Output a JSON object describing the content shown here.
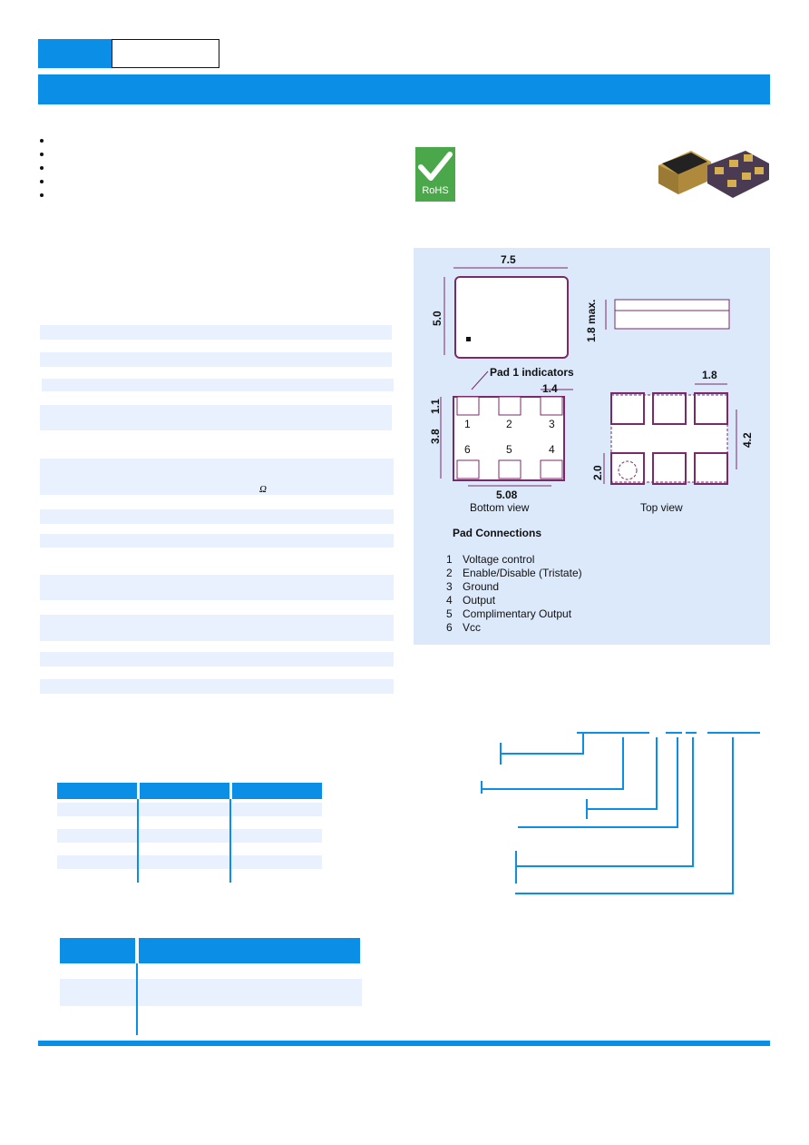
{
  "omega_symbol": "Ω",
  "rohs": {
    "label": "RoHS",
    "check_color": "#ffffff",
    "bg_color": "#4aa84a"
  },
  "colors": {
    "accent": "#0b8ee6",
    "row_tint": "#e8f1fd",
    "diagram_bg": "#dbe9fb",
    "pad_color": "#7a2a6a"
  },
  "drawing": {
    "dim_width": "7.5",
    "dim_height": "5.0",
    "dim_thickness": "1.8 max.",
    "pad1_label": "Pad 1 indicators",
    "dim_pad_gap": "1.4",
    "dim_top_pad": "1.8",
    "dim_pad_height": "1.1",
    "dim_pitch_v": "3.8",
    "dim_top_pitch": "4.2",
    "dim_top_pad_h": "2.0",
    "dim_pitch_h": "5.08",
    "bottom_view_label": "Bottom view",
    "top_view_label": "Top view",
    "pad_numbers": [
      "1",
      "2",
      "3",
      "6",
      "5",
      "4"
    ],
    "pad_connections_title": "Pad Connections",
    "pad_connections": [
      {
        "num": "1",
        "name": "Voltage control"
      },
      {
        "num": "2",
        "name": "Enable/Disable (Tristate)"
      },
      {
        "num": "3",
        "name": "Ground"
      },
      {
        "num": "4",
        "name": "Output"
      },
      {
        "num": "5",
        "name": "Complimentary Output"
      },
      {
        "num": "6",
        "name": "Vcc"
      }
    ]
  }
}
